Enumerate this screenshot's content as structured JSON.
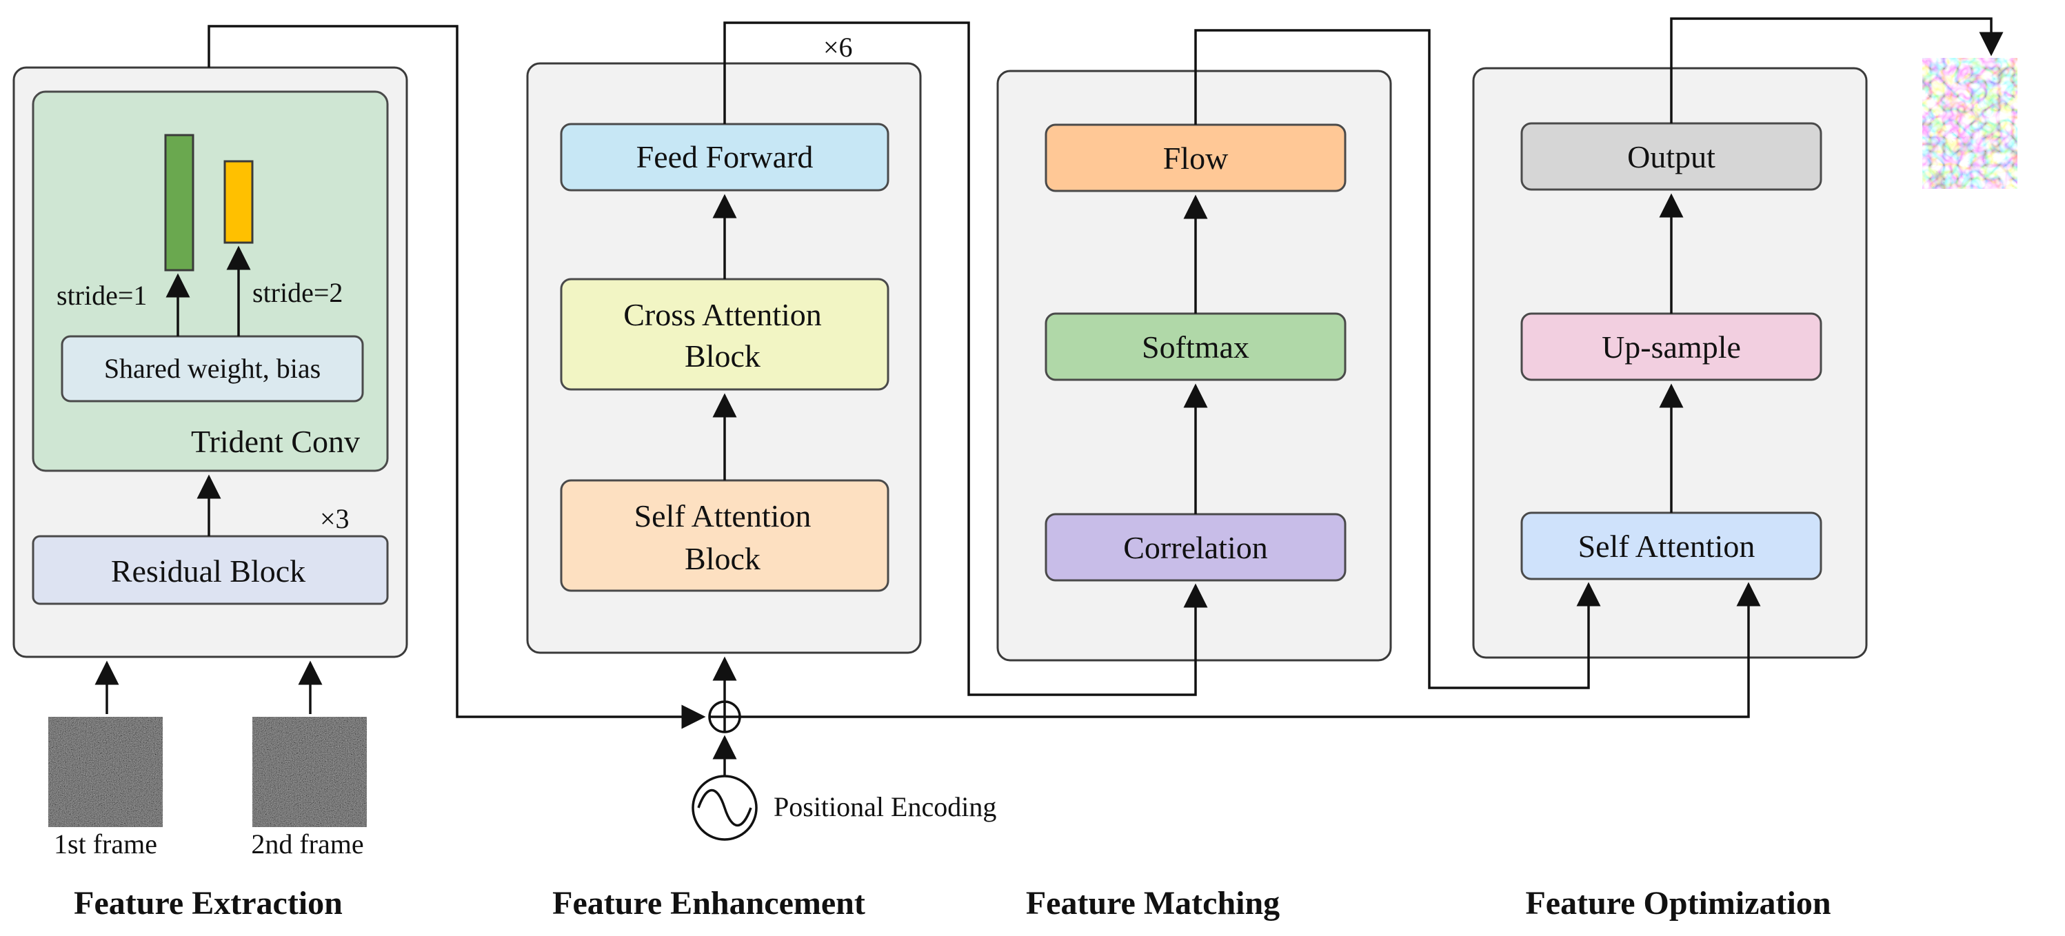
{
  "colors": {
    "trident_bg": "#cfe6d3",
    "residual": "#dde3f2",
    "shared": "#dbe9ef",
    "green_bar": "#6aa84f",
    "orange_bar": "#ffc000",
    "feed_forward": "#c7e7f5",
    "cross_attention": "#f2f5c4",
    "self_attention_block": "#fde0c1",
    "flow": "#ffc896",
    "softmax": "#b0d8a8",
    "correlation": "#c8bde8",
    "output": "#d6d6d6",
    "upsample": "#f2cfe0",
    "self_attention": "#cfe2fb"
  },
  "extraction": {
    "title": "Feature Extraction",
    "trident_label": "Trident Conv",
    "shared_label": "Shared weight, bias",
    "stride1": "stride=1",
    "stride2": "stride=2",
    "residual_label": "Residual Block",
    "repeat": "×3",
    "frame1": "1st frame",
    "frame2": "2nd frame"
  },
  "enhancement": {
    "title": "Feature Enhancement",
    "feed_forward": "Feed Forward",
    "cross_attention_1": "Cross Attention",
    "cross_attention_2": "Block",
    "self_attention_1": "Self Attention",
    "self_attention_2": "Block",
    "repeat": "×6",
    "positional_encoding": "Positional Encoding"
  },
  "matching": {
    "title": "Feature Matching",
    "flow": "Flow",
    "softmax": "Softmax",
    "correlation": "Correlation"
  },
  "optimization": {
    "title": "Feature Optimization",
    "output": "Output",
    "upsample": "Up-sample",
    "self_attention": "Self Attention"
  }
}
